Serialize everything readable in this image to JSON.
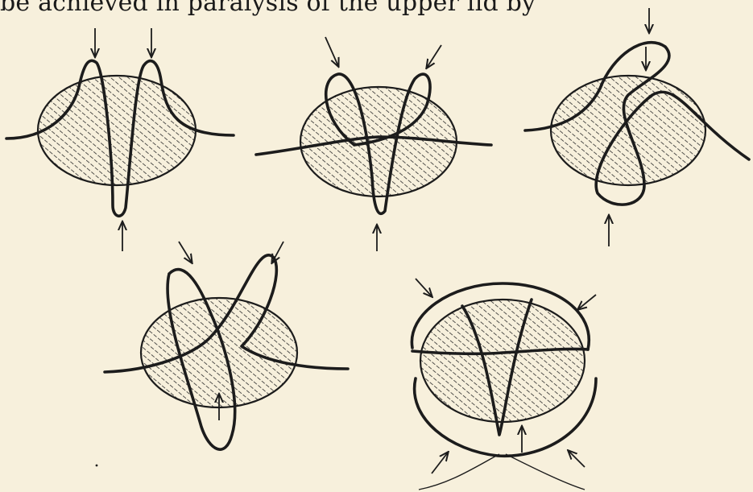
{
  "page": {
    "caption_text": "be achieved in paralysis of the upper lid by",
    "background": "#f7f0dc",
    "ink": "#1c1c1c"
  },
  "diagram": {
    "kind": "suture-technique illustrations",
    "panel_count": 5,
    "hatch_pattern": "diagonal hatching"
  }
}
